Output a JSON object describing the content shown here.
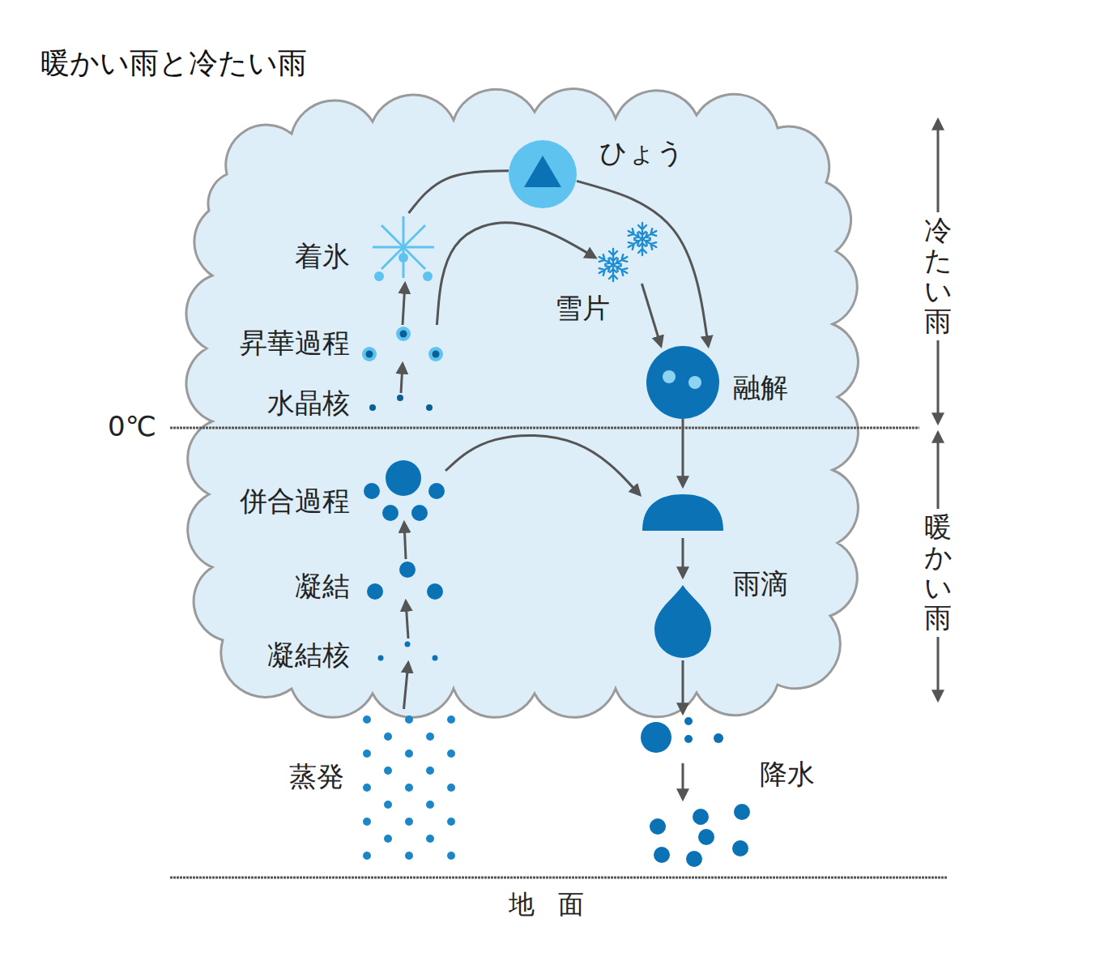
{
  "diagram": {
    "title": "暖かい雨と冷たい雨",
    "nodes": [
      {
        "text": [
          "ひょう"
        ]
      },
      {
        "text": [
          "着氷"
        ]
      },
      {
        "text": [
          "雪片"
        ]
      },
      {
        "text": [
          "昇華過程"
        ]
      },
      {
        "text": [
          "水晶核"
        ]
      },
      {
        "text": [
          "融解"
        ]
      },
      {
        "text": [
          "併合過程"
        ]
      },
      {
        "text": [
          "雨滴"
        ]
      },
      {
        "text": [
          "凝結"
        ]
      },
      {
        "text": [
          "凝結核"
        ]
      },
      {
        "text": [
          "蒸発"
        ]
      },
      {
        "text": [
          "降水"
        ]
      }
    ],
    "edges": [
      {
        "from": 1,
        "to": 0,
        "arrow": "none"
      },
      {
        "from": 0,
        "to": 5,
        "arrow": "to"
      },
      {
        "from": 3,
        "to": 1,
        "arrow": "to"
      },
      {
        "from": 4,
        "to": 3,
        "arrow": "to"
      },
      {
        "from": 3,
        "to": 2,
        "arrow": "to"
      },
      {
        "from": 2,
        "to": 5,
        "arrow": "to"
      },
      {
        "from": 5,
        "to": 7,
        "arrow": "to"
      },
      {
        "from": 6,
        "to": 7,
        "arrow": "to"
      },
      {
        "from": 8,
        "to": 6,
        "arrow": "to"
      },
      {
        "from": 9,
        "to": 8,
        "arrow": "to"
      },
      {
        "from": 10,
        "to": 9,
        "arrow": "to"
      },
      {
        "from": 7,
        "to": 11,
        "arrow": "to"
      }
    ],
    "labels": [
      "0℃",
      "冷たい雨",
      "暖かい雨",
      "地面"
    ]
  }
}
